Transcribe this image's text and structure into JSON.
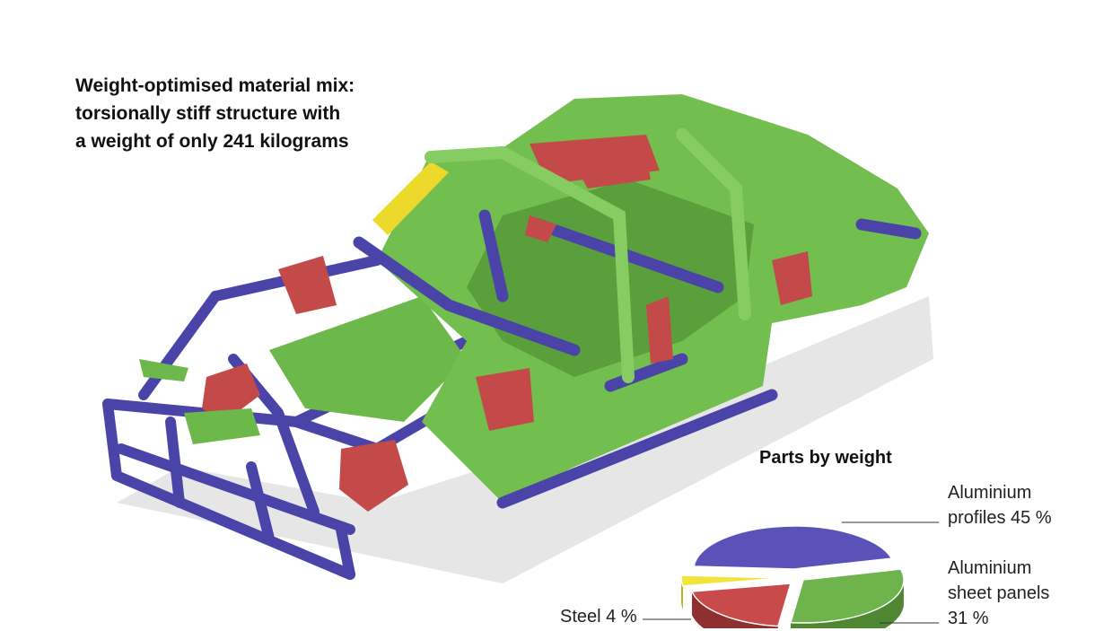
{
  "headline": {
    "lines": [
      "Weight-optimised material mix:",
      "torsionally stiff structure with",
      "a weight of only 241 kilograms"
    ]
  },
  "colors": {
    "aluminium_sheet": "#6cb84a",
    "aluminium_sheet_dark": "#4e8f33",
    "aluminium_profile": "#4b44a8",
    "cast_aluminium": "#c44a4a",
    "steel": "#ecd92c",
    "shadow": "#e4e4e4"
  },
  "chart_data": {
    "type": "pie",
    "title": "Parts by weight",
    "slices": [
      {
        "label_lines": [
          "Aluminium",
          "profiles 45 %"
        ],
        "value": 45,
        "color": "#5a52b8",
        "side_color": "#3c3688"
      },
      {
        "label_lines": [
          "Aluminium",
          "sheet panels",
          "31 %"
        ],
        "value": 31,
        "color": "#6fb34c",
        "side_color": "#4e8632"
      },
      {
        "label_lines": [],
        "value": 20,
        "color": "#c94a4a",
        "side_color": "#8f3030"
      },
      {
        "label_lines": [
          "Steel 4 %"
        ],
        "value": 4,
        "color": "#f2e43a",
        "side_color": "#c2b21c"
      }
    ],
    "legend": "none",
    "grid": false
  }
}
